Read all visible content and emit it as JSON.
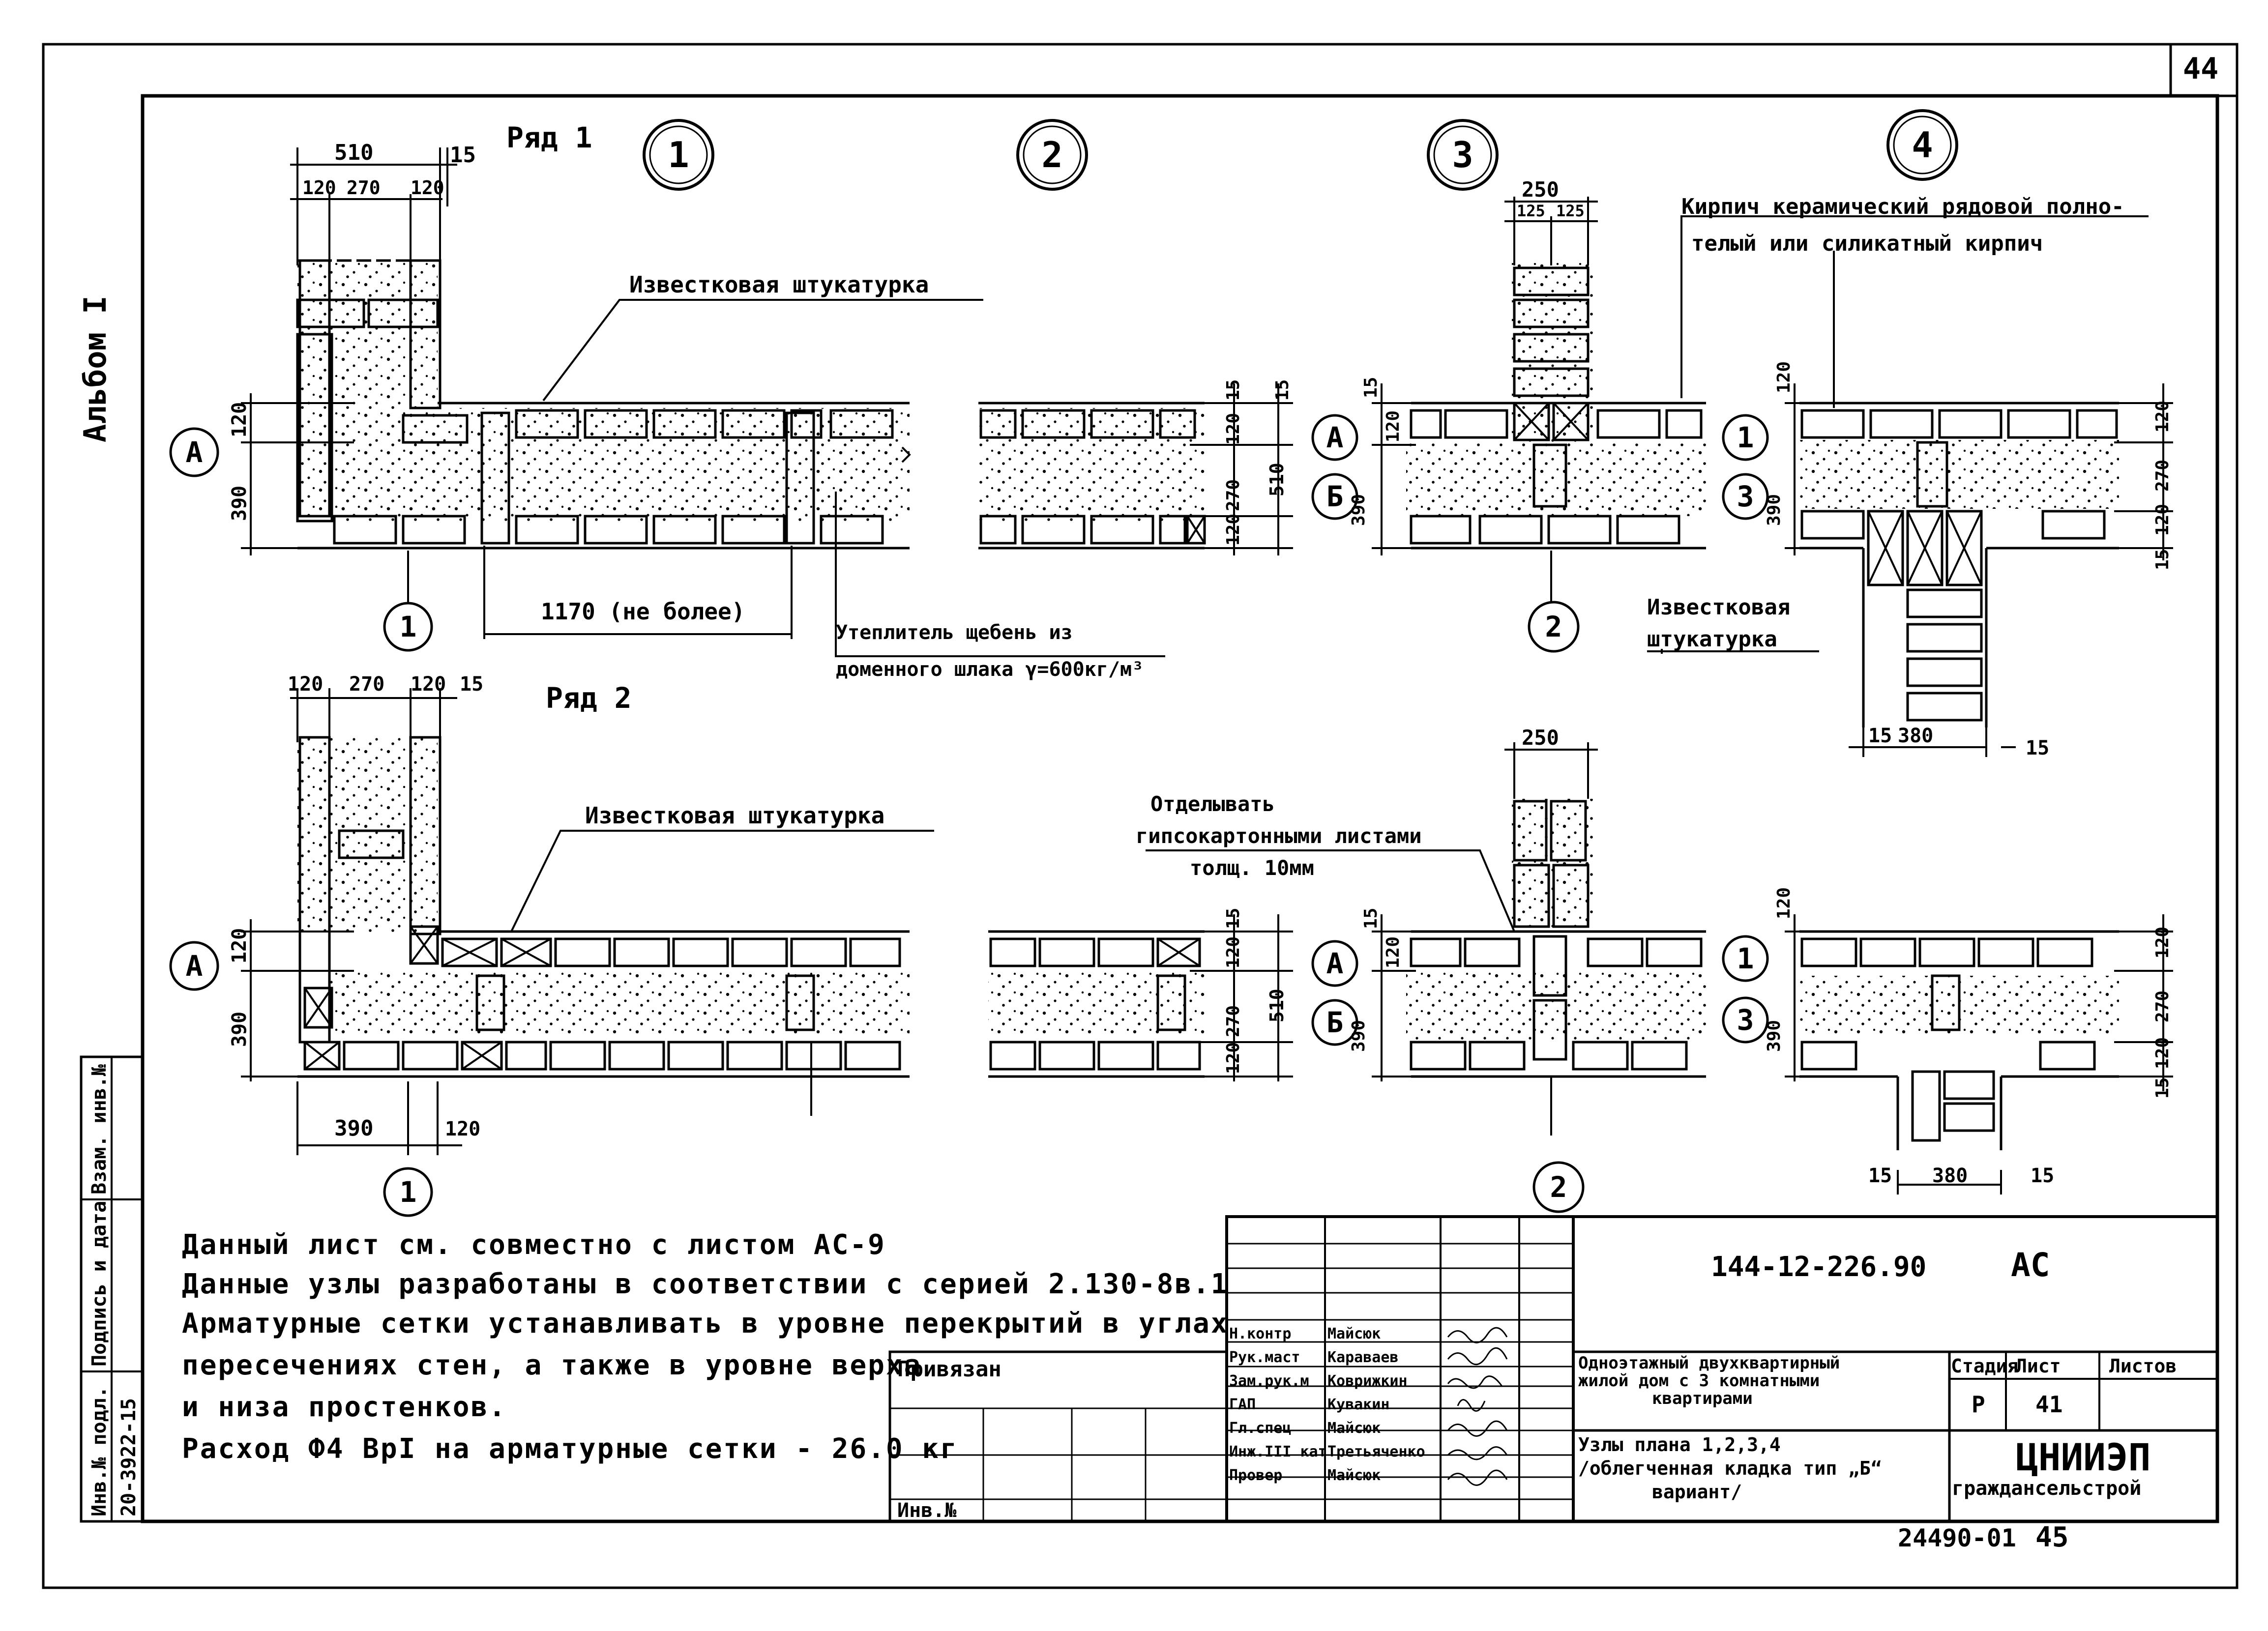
{
  "sheet": {
    "page_mark": "44",
    "album": "Альбом I",
    "bottom_code": "24490-01",
    "bottom_page": "45",
    "colors": {
      "ink": "#000000",
      "paper": "#ffffff"
    }
  },
  "left_strip": {
    "inv_podl": "Инв.№ подл.",
    "podpis_data": "Подпись и дата",
    "vzam_inv": "Взам. инв.№",
    "inv_value": "20-3922-15"
  },
  "rows": {
    "row1": "Ряд 1",
    "row2": "Ряд 2"
  },
  "node_numbers": [
    "1",
    "2",
    "3",
    "4"
  ],
  "axes": {
    "a": "А",
    "b": "Б",
    "one": "1",
    "two": "2",
    "three": "3"
  },
  "labels": {
    "plaster1": "Известковая штукатурка",
    "plaster2": "Известковая штукатурка",
    "plaster3a": "Известковая",
    "plaster3b": "штукатурка",
    "insul1": "Утеплитель щебень из",
    "insul2": "доменного шлака γ=600кг/м³",
    "brick1": "Кирпич керамический рядовой полно-",
    "brick2": "телый или силикатный кирпич",
    "gyps1": "Отделывать",
    "gyps2": "гипсокартонными листами",
    "gyps3": "толщ. 10мм"
  },
  "dims": {
    "d510": "510",
    "d15": "15",
    "d120": "120",
    "d270": "270",
    "d390": "390",
    "d250": "250",
    "d125": "125",
    "d380": "380",
    "d1170": "1170 (не более)"
  },
  "notes": [
    "Данный лист см. совместно с листом АС-9",
    "Данные узлы разработаны в соответствии с серией 2.130-8в.1",
    "Арматурные сетки устанавливать в уровне перекрытий в углах",
    "пересечениях стен, а также в уровне верха",
    "и низа простенков.",
    "Расход Ф4 ВрI на арматурные сетки - 26.0 кг"
  ],
  "binding": {
    "privyazan": "Привязан",
    "inv": "Инв.№"
  },
  "title_block": {
    "code": "144-12-226.90",
    "mark": "АС",
    "project1": "Одноэтажный двухквартирный",
    "project2": "жилой дом с 3 комнатными",
    "project3": "квартирами",
    "sheet1": "Узлы плана 1,2,3,4",
    "sheet2": "/облегченная кладка тип „Б“",
    "sheet3": "вариант/",
    "stage_h": "Стадия",
    "list_h": "Лист",
    "lists_h": "Листов",
    "stage": "Р",
    "list": "41",
    "org1": "ЦНИИЭП",
    "org2": "граждансельстрой",
    "staff": [
      {
        "role": "Н.контр",
        "name": "Майсюк"
      },
      {
        "role": "Рук.маст",
        "name": "Караваев"
      },
      {
        "role": "Зам.рук.м",
        "name": "Коврижкин"
      },
      {
        "role": "ГАП",
        "name": "Кувакин"
      },
      {
        "role": "Гл.спец",
        "name": "Майсюк"
      },
      {
        "role": "Инж.III кат",
        "name": "Третьяченко"
      },
      {
        "role": "Провер",
        "name": "Майсюк"
      }
    ]
  }
}
